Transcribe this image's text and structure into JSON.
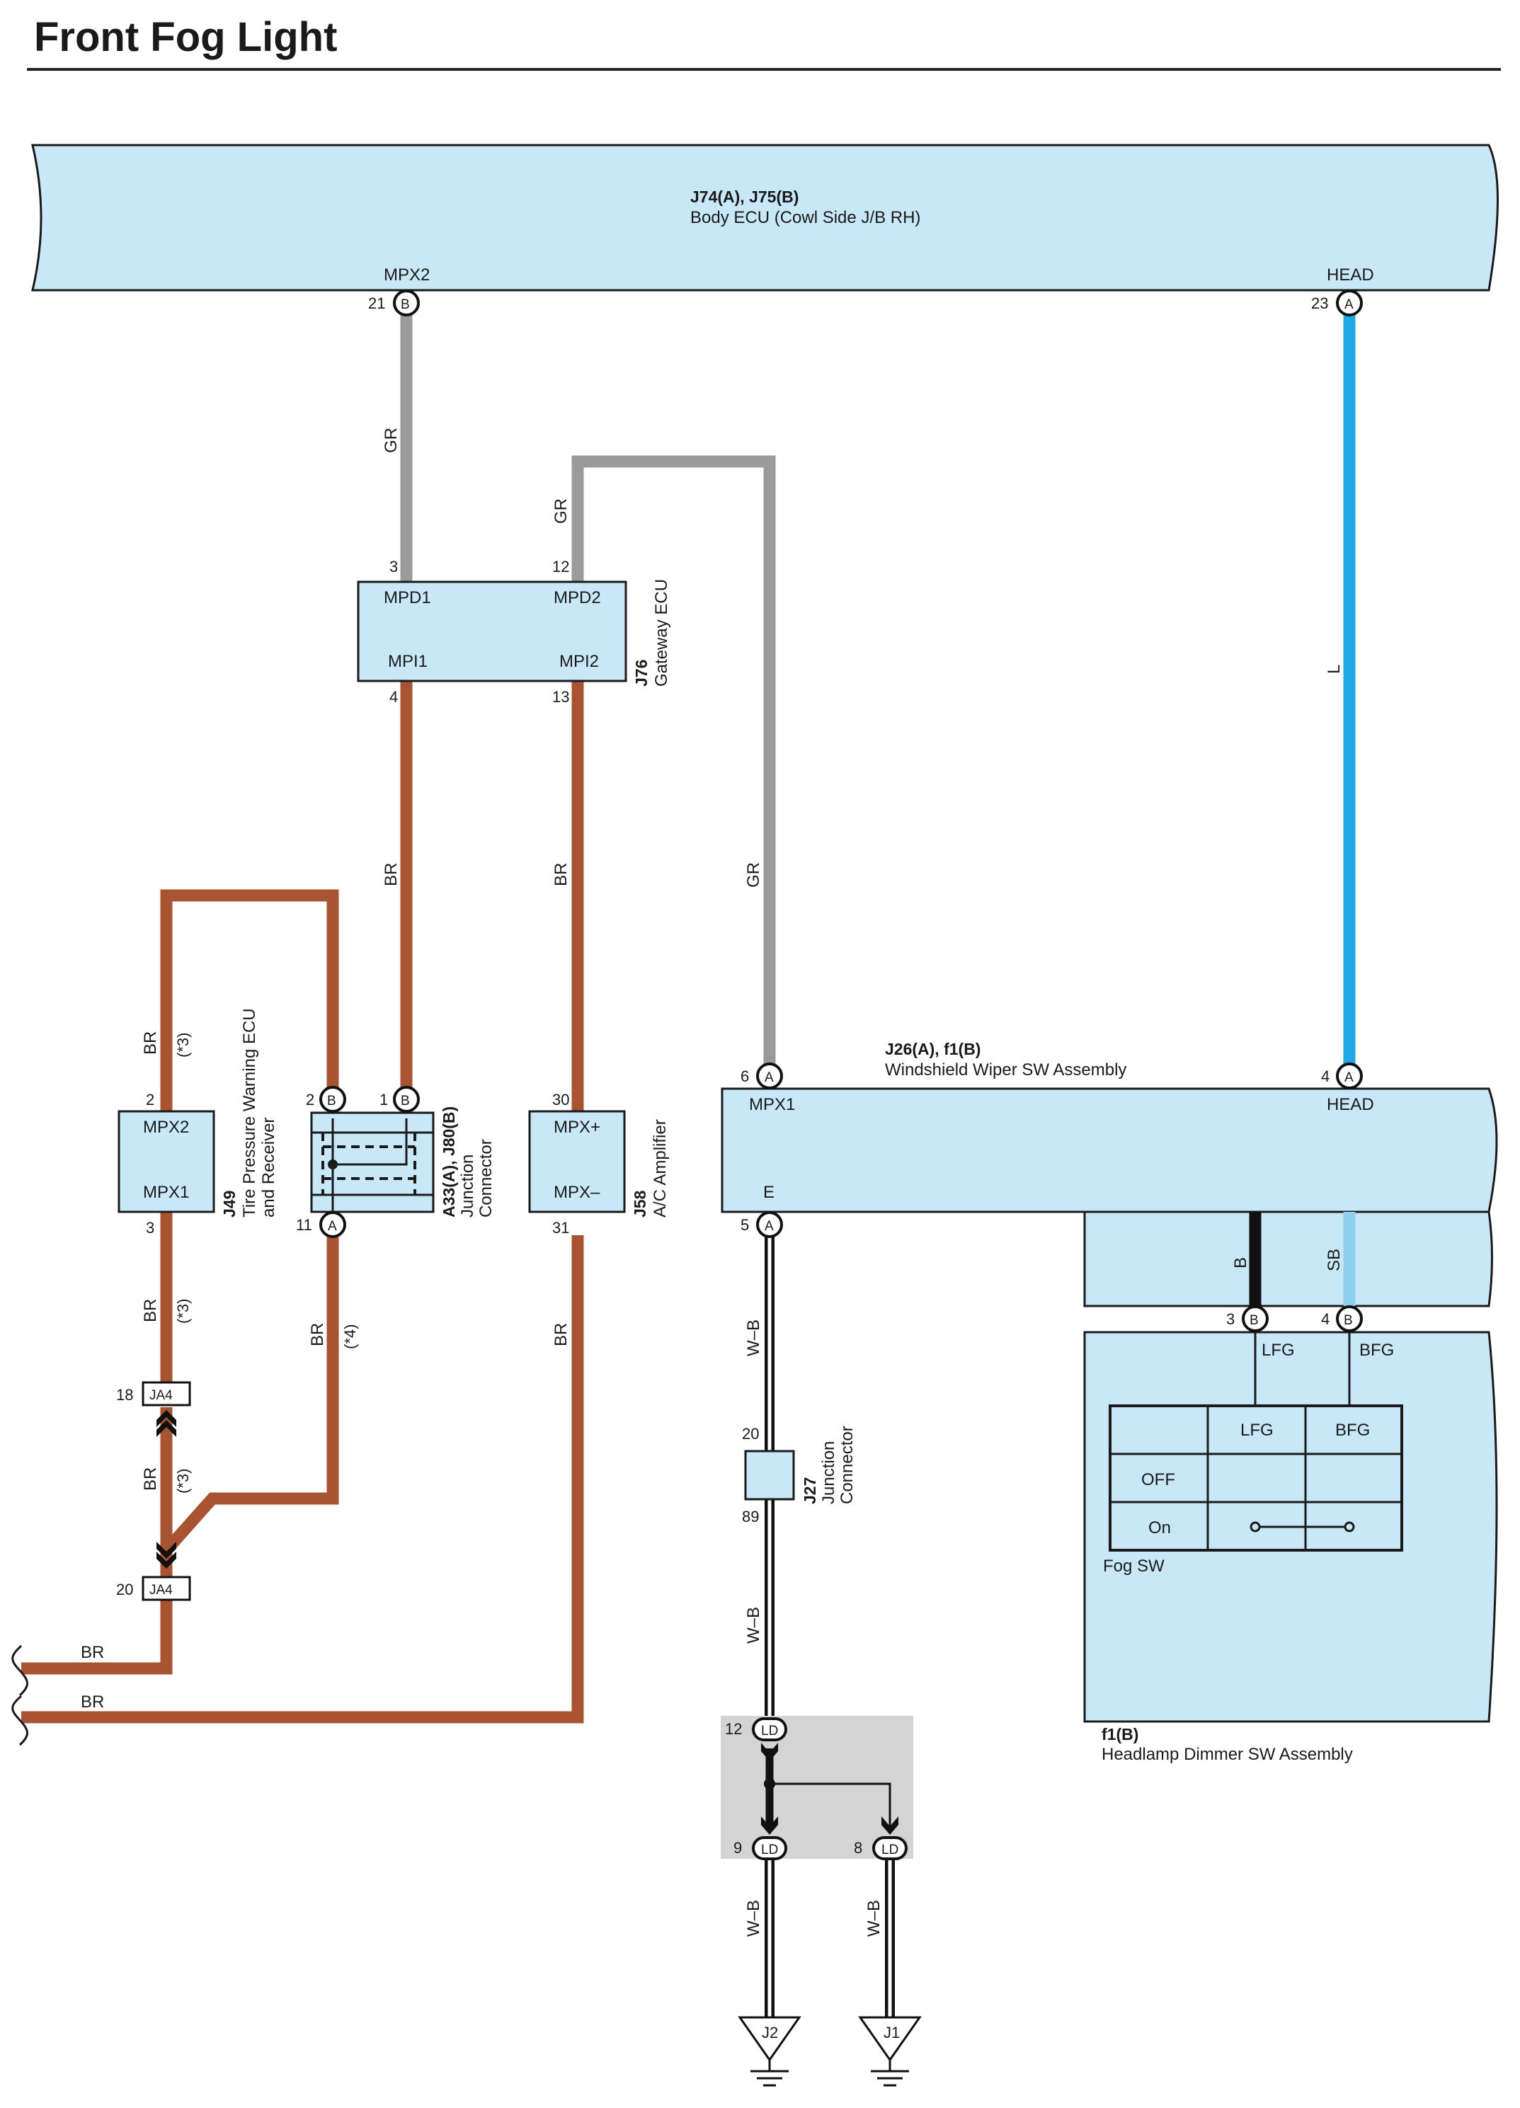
{
  "title": "Front Fog Light",
  "components": {
    "body_ecu": {
      "id": "J74(A), J75(B)",
      "name": "Body ECU (Cowl Side J/B RH)",
      "term_mpx2": "MPX2",
      "term_head": "HEAD"
    },
    "gateway_ecu": {
      "id": "J76",
      "name": "Gateway ECU",
      "mpd1": "MPD1",
      "mpd2": "MPD2",
      "mpi1": "MPI1",
      "mpi2": "MPI2"
    },
    "tpms": {
      "id": "J49",
      "name1": "Tire Pressure Warning ECU",
      "name2": "and Receiver",
      "mpx2": "MPX2",
      "mpx1": "MPX1"
    },
    "jc_a33": {
      "id": "A33(A), J80(B)",
      "name1": "Junction",
      "name2": "Connector"
    },
    "ac_amp": {
      "id": "J58",
      "name": "A/C Amplifier",
      "mpxp": "MPX+",
      "mpxm": "MPX–"
    },
    "wiper_sw": {
      "id": "J26(A), f1(B)",
      "name": "Windshield Wiper SW Assembly",
      "mpx1": "MPX1",
      "head": "HEAD",
      "e": "E"
    },
    "jc_j27": {
      "id": "J27",
      "name1": "Junction",
      "name2": "Connector"
    },
    "dimmer_sw": {
      "id": "f1(B)",
      "name": "Headlamp Dimmer SW Assembly",
      "lfg": "LFG",
      "bfg": "BFG"
    },
    "fog_sw": {
      "caption": "Fog SW",
      "col_lfg": "LFG",
      "col_bfg": "BFG",
      "row_off": "OFF",
      "row_on": "On"
    },
    "ground_j2": "J2",
    "ground_j1": "J1"
  },
  "pins": {
    "ecu_21": "21",
    "ecu_21_c": "B",
    "ecu_23": "23",
    "ecu_23_c": "A",
    "gw_3": "3",
    "gw_12": "12",
    "gw_4": "4",
    "gw_13": "13",
    "tp_2": "2",
    "tp_3": "3",
    "jc_2": "2",
    "jc_2_c": "B",
    "jc_1": "1",
    "jc_1_c": "B",
    "jc_11": "11",
    "jc_11_c": "A",
    "ac_30": "30",
    "ac_31": "31",
    "ws_6": "6",
    "ws_6_c": "A",
    "ws_4": "4",
    "ws_4_c": "A",
    "ws_5": "5",
    "ws_5_c": "A",
    "dm_3": "3",
    "dm_3_c": "B",
    "dm_4": "4",
    "dm_4_c": "B",
    "j27_20": "20",
    "j27_89": "89",
    "ja4_18": "18",
    "ja4_18_c": "JA4",
    "ja4_20": "20",
    "ja4_20_c": "JA4",
    "ld_12": "12",
    "ld_9": "9",
    "ld_8": "8",
    "ld_c": "LD"
  },
  "wire_labels": {
    "gr": "GR",
    "br": "BR",
    "l": "L",
    "b": "B",
    "sb": "SB",
    "wb": "W–B",
    "n3": "(*3)",
    "n4": "(*4)"
  },
  "colors": {
    "box_fill": "#c8e8f8",
    "wire_br": "#a85432",
    "wire_gr": "#9a9a9a",
    "wire_l": "#1ea8e6",
    "wire_sb": "#8fd0f0",
    "wire_b": "#111111",
    "splice_bg": "#d4d4d4"
  }
}
